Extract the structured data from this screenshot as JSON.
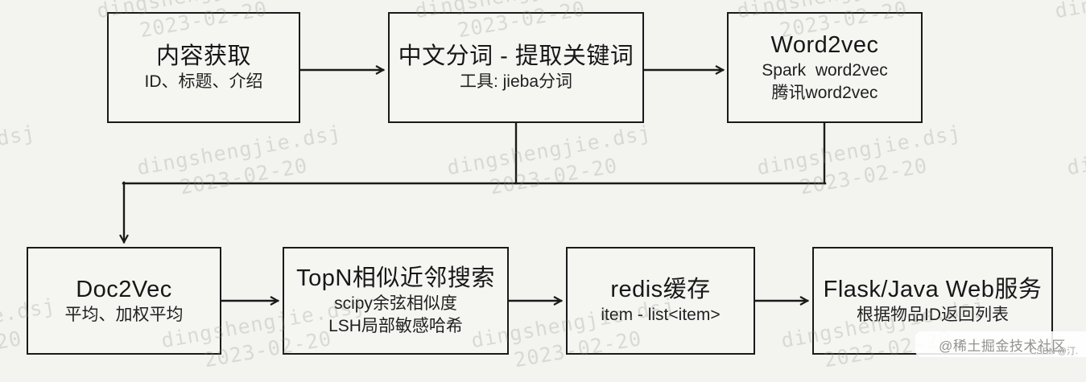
{
  "meta": {
    "type": "flowchart",
    "ink_color": "#1a1a1a",
    "background_color": "#f3f3f0"
  },
  "watermark": {
    "line1": "dingshengjie.dsj",
    "line2": "2023-02-20"
  },
  "footer_watermark": {
    "juejin": "@稀土掘金技术社区",
    "csdn": "CSDN @汀."
  },
  "flow": {
    "top_row": [
      {
        "title": "内容获取",
        "lines": [
          "ID、标题、介绍"
        ]
      },
      {
        "title": "中文分词 - 提取关键词",
        "lines": [
          "工具: jieba分词"
        ]
      },
      {
        "title": "Word2vec",
        "lines": [
          "Spark  word2vec",
          "腾讯word2vec"
        ]
      }
    ],
    "bottom_row": [
      {
        "title": "Doc2Vec",
        "lines": [
          "平均、加权平均"
        ]
      },
      {
        "title": "TopN相似近邻搜索",
        "lines": [
          "scipy余弦相似度",
          "LSH局部敏感哈希"
        ]
      },
      {
        "title": "redis缓存",
        "lines": [
          "item - list<item>"
        ]
      },
      {
        "title": "Flask/Java Web服务",
        "lines": [
          "根据物品ID返回列表"
        ]
      }
    ]
  }
}
